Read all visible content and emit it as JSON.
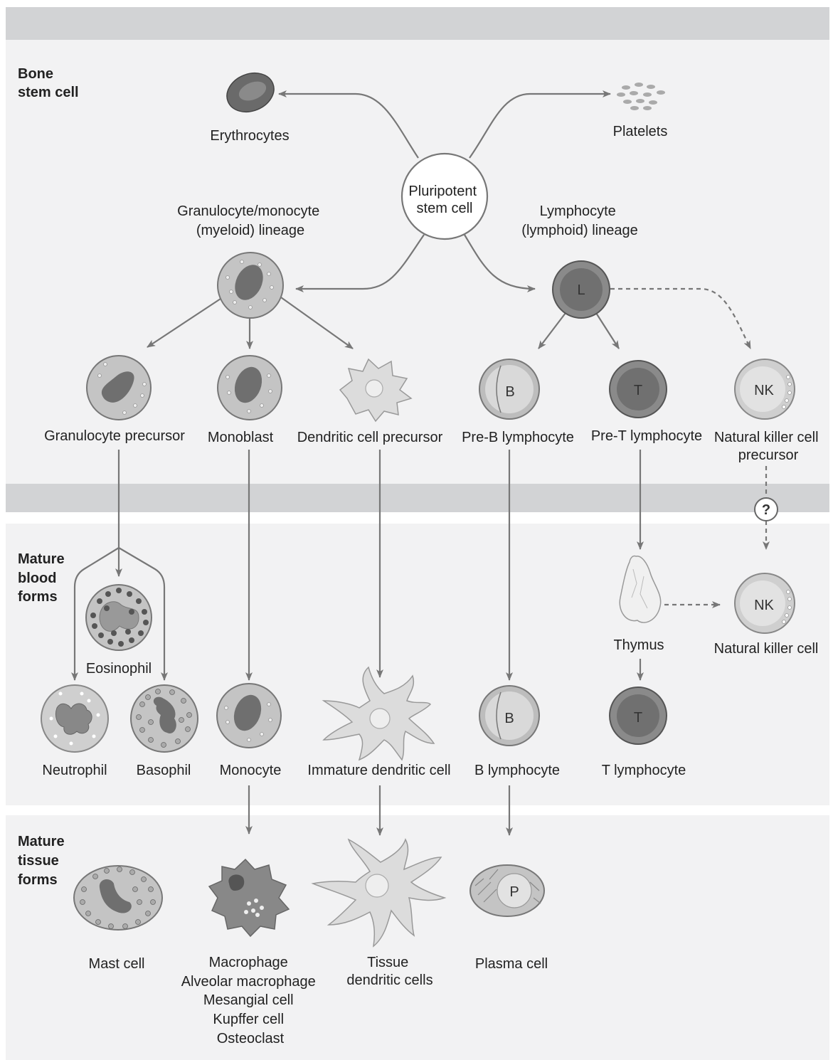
{
  "sections": {
    "bone": [
      "Bone",
      "stem cell"
    ],
    "blood": [
      "Mature",
      "blood",
      "forms"
    ],
    "tissue": [
      "Mature",
      "tissue",
      "forms"
    ]
  },
  "cells": {
    "erythrocytes": "Erythrocytes",
    "platelets": "Platelets",
    "pluripotent": [
      "Pluripotent",
      "stem cell"
    ],
    "myeloid_lineage": [
      "Granulocyte/monocyte",
      "(myeloid) lineage"
    ],
    "lymphoid_lineage": [
      "Lymphocyte",
      "(lymphoid) lineage"
    ],
    "granulocyte_precursor": "Granulocyte precursor",
    "monoblast": "Monoblast",
    "dendritic_precursor": "Dendritic cell precursor",
    "pre_b": "Pre-B lymphocyte",
    "pre_t": "Pre-T lymphocyte",
    "nk_precursor": [
      "Natural killer cell",
      "precursor"
    ],
    "eosinophil": "Eosinophil",
    "thymus": "Thymus",
    "nk_cell": "Natural killer cell",
    "neutrophil": "Neutrophil",
    "basophil": "Basophil",
    "monocyte": "Monocyte",
    "immature_dendritic": "Immature dendritic cell",
    "b_lymphocyte": "B lymphocyte",
    "t_lymphocyte": "T lymphocyte",
    "mast_cell": "Mast cell",
    "macrophage": [
      "Macrophage",
      "Alveolar macrophage",
      "Mesangial cell",
      "Kupffer cell",
      "Osteoclast"
    ],
    "tissue_dendritic": [
      "Tissue",
      "dendritic cells"
    ],
    "plasma_cell": "Plasma cell"
  },
  "inner_letters": {
    "l": "L",
    "b": "B",
    "t": "T",
    "nk": "NK",
    "p": "P",
    "question": "?"
  }
}
